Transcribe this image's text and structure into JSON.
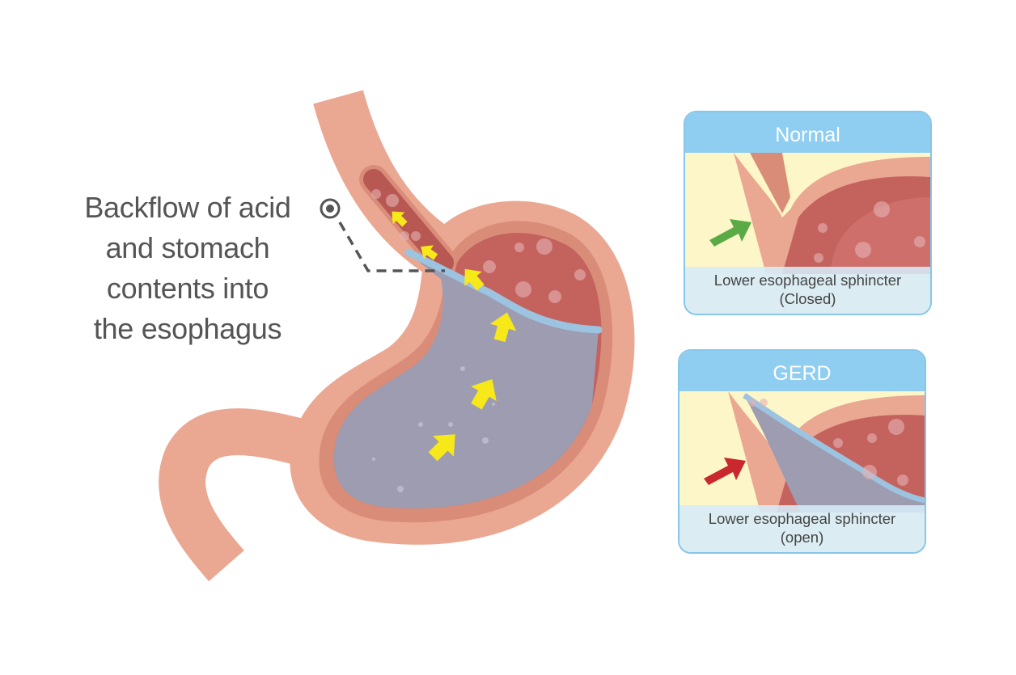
{
  "main_label": {
    "lines": [
      "Backflow of acid",
      "and stomach",
      "contents into",
      "the esophagus"
    ]
  },
  "panels": [
    {
      "title": "Normal",
      "caption_line1": "Lower esophageal sphincter",
      "caption_line2": "(Closed)",
      "arrow_color": "#5aaa46"
    },
    {
      "title": "GERD",
      "caption_line1": "Lower esophageal sphincter",
      "caption_line2": "(open)",
      "arrow_color": "#c8282e"
    }
  ],
  "colors": {
    "wall": "#eaa892",
    "lining": "#d98d79",
    "lumen": "#c4625e",
    "acid": "#9d9cb1",
    "acid_edge": "#9cc3e0",
    "flow_arrows": "#f7e81a"
  }
}
